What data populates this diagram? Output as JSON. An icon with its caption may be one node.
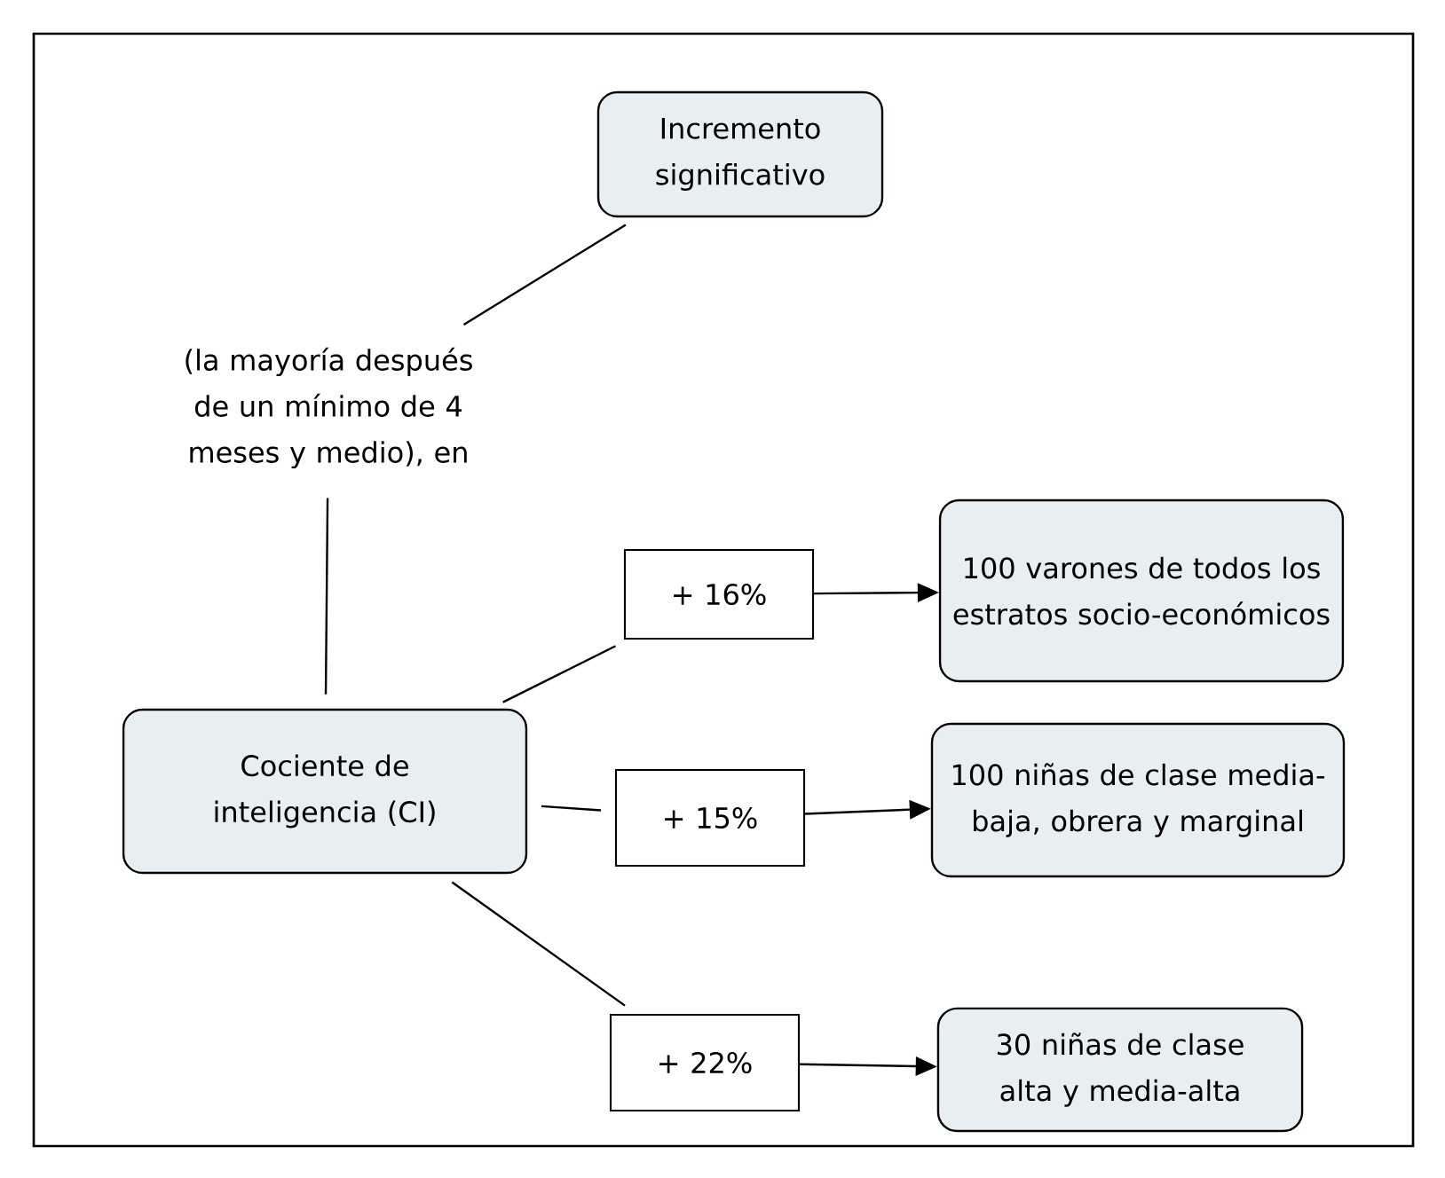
{
  "diagram": {
    "nodes": [
      {
        "text": [
          "Incremento significativo"
        ]
      },
      {
        "text": [
          "(la mayoría después de un mínimo de 4 meses y medio), en"
        ]
      },
      {
        "text": [
          "Cociente de inteligencia (CI)"
        ]
      },
      {
        "text": [
          "+ 16%"
        ]
      },
      {
        "text": [
          "100 varones de todos los estratos socio-económicos"
        ]
      },
      {
        "text": [
          "+ 15%"
        ]
      },
      {
        "text": [
          "100 niñas de clase media-baja, obrera y marginal"
        ]
      },
      {
        "text": [
          "+ 22%"
        ]
      },
      {
        "text": [
          "30 niñas de clase alta y media-alta"
        ]
      }
    ],
    "edges": [
      {
        "from": 0,
        "to": 1,
        "arrow": "none"
      },
      {
        "from": 1,
        "to": 2,
        "arrow": "none"
      },
      {
        "from": 2,
        "to": 3,
        "arrow": "none"
      },
      {
        "from": 3,
        "to": 4,
        "arrow": "to"
      },
      {
        "from": 2,
        "to": 5,
        "arrow": "none"
      },
      {
        "from": 5,
        "to": 6,
        "arrow": "to"
      },
      {
        "from": 2,
        "to": 7,
        "arrow": "none"
      },
      {
        "from": 7,
        "to": 8,
        "arrow": "to"
      }
    ]
  }
}
